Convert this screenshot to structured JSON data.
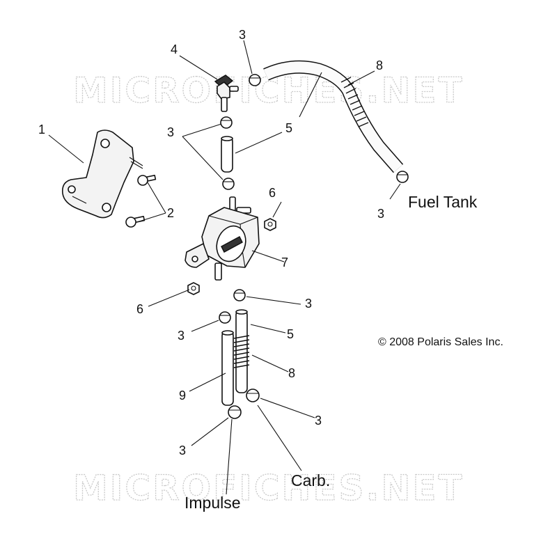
{
  "watermarks": [
    "MICROFICHES.NET",
    "MICROFICHES.NET"
  ],
  "callouts": {
    "bracket": "1",
    "bolts": "2",
    "clamp_top_a": "3",
    "clamp_top_b": "3",
    "clamp_tank": "3",
    "clamp_right_mid": "3",
    "clamp_left_mid": "3",
    "clamp_right_low": "3",
    "clamp_left_low": "3",
    "valve": "4",
    "hose_upper_line": "5",
    "hose_upper_short": "5",
    "hose_lower": "5",
    "nut_right": "6",
    "nut_left": "6",
    "pump": "7",
    "spring_upper": "8",
    "spring_lower": "8",
    "tube_lower": "9"
  },
  "labels": {
    "fuel_tank": "Fuel Tank",
    "carb": "Carb.",
    "impulse": "Impulse"
  },
  "copyright": "© 2008 Polaris Sales Inc."
}
